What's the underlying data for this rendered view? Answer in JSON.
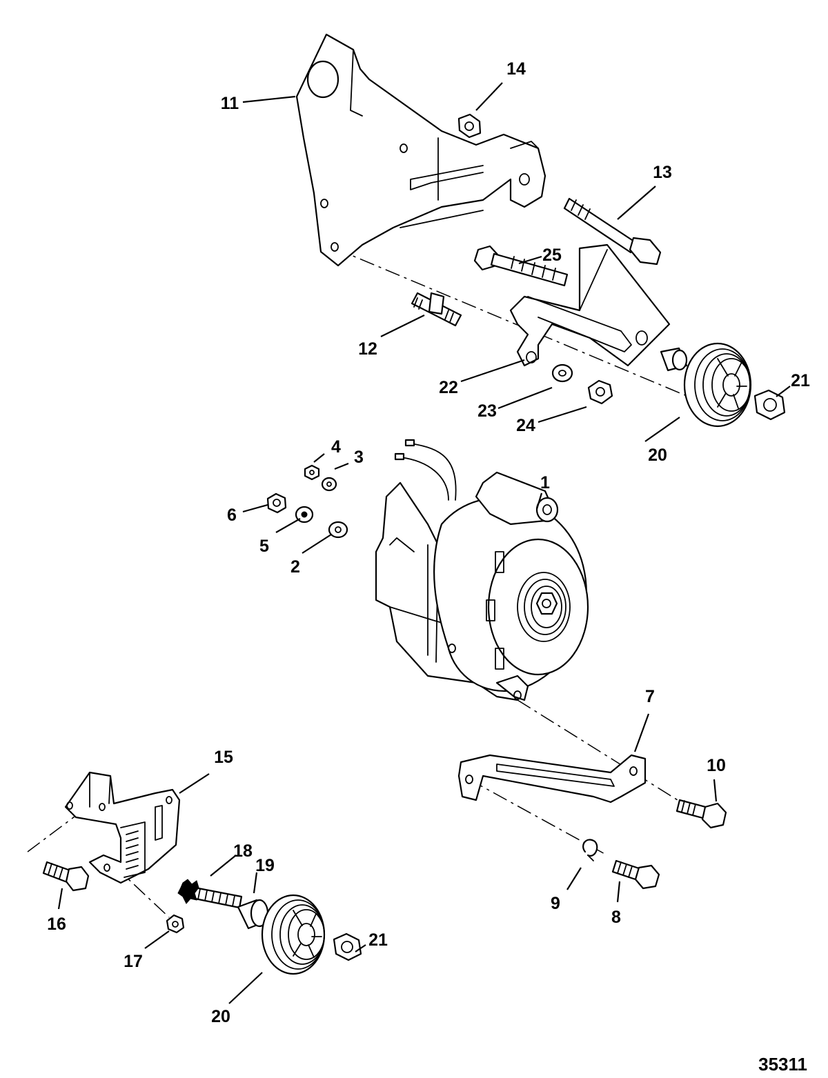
{
  "figure_number": "35311",
  "callouts": [
    {
      "id": "c1",
      "label": "1"
    },
    {
      "id": "c2",
      "label": "2"
    },
    {
      "id": "c3",
      "label": "3"
    },
    {
      "id": "c4",
      "label": "4"
    },
    {
      "id": "c5",
      "label": "5"
    },
    {
      "id": "c6",
      "label": "6"
    },
    {
      "id": "c7",
      "label": "7"
    },
    {
      "id": "c8",
      "label": "8"
    },
    {
      "id": "c9",
      "label": "9"
    },
    {
      "id": "c10",
      "label": "10"
    },
    {
      "id": "c11",
      "label": "11"
    },
    {
      "id": "c12",
      "label": "12"
    },
    {
      "id": "c13",
      "label": "13"
    },
    {
      "id": "c14",
      "label": "14"
    },
    {
      "id": "c15",
      "label": "15"
    },
    {
      "id": "c16",
      "label": "16"
    },
    {
      "id": "c17",
      "label": "17"
    },
    {
      "id": "c18",
      "label": "18"
    },
    {
      "id": "c19",
      "label": "19"
    },
    {
      "id": "c20a",
      "label": "20"
    },
    {
      "id": "c20b",
      "label": "20"
    },
    {
      "id": "c21a",
      "label": "21"
    },
    {
      "id": "c21b",
      "label": "21"
    },
    {
      "id": "c22",
      "label": "22"
    },
    {
      "id": "c23",
      "label": "23"
    },
    {
      "id": "c24",
      "label": "24"
    },
    {
      "id": "c25",
      "label": "25"
    }
  ]
}
